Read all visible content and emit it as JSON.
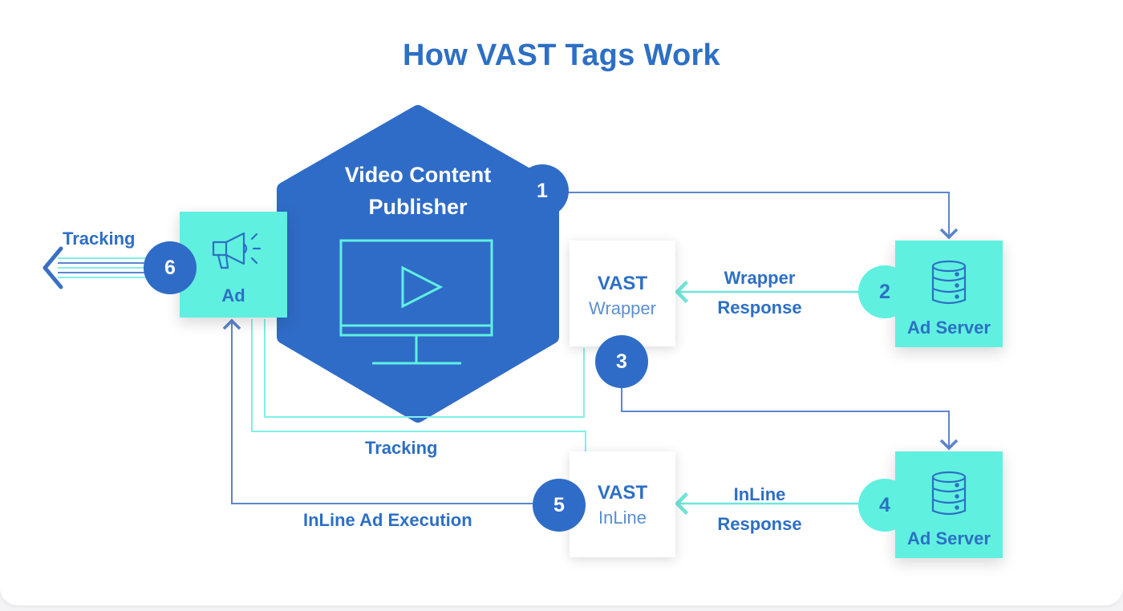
{
  "title": "How VAST Tags Work",
  "publisher": {
    "line1": "Video Content",
    "line2": "Publisher"
  },
  "ad": {
    "label": "Ad"
  },
  "vast_wrapper": {
    "line1": "VAST",
    "line2": "Wrapper"
  },
  "vast_inline": {
    "line1": "VAST",
    "line2": "InLine"
  },
  "ad_server_top": {
    "label": "Ad Server"
  },
  "ad_server_bottom": {
    "label": "Ad Server"
  },
  "steps": [
    "1",
    "2",
    "3",
    "4",
    "5",
    "6"
  ],
  "labels": {
    "tracking_left": "Tracking",
    "wrapper_response_1": "Wrapper",
    "wrapper_response_2": "Response",
    "inline_response_1": "InLine",
    "inline_response_2": "Response",
    "tracking_bottom": "Tracking",
    "inline_ad_execution": "InLine Ad Execution"
  },
  "colors": {
    "primary_blue": "#2f6cc7",
    "teal": "#5ff0e0",
    "line_blue": "#5b86cc",
    "line_teal": "#7ff0e6"
  },
  "icons": [
    "megaphone-icon",
    "database-icon",
    "monitor-play-icon"
  ]
}
